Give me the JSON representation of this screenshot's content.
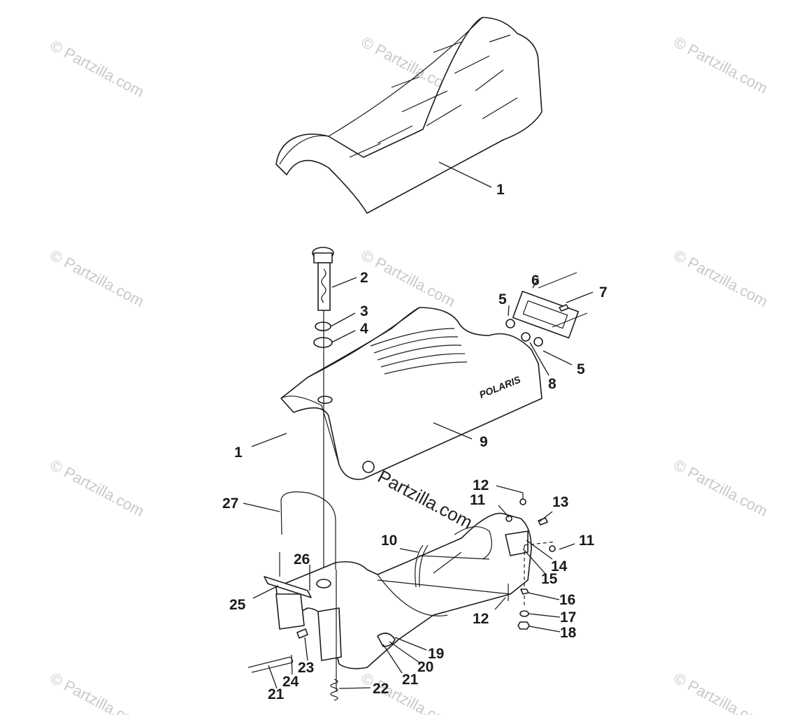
{
  "watermarks": {
    "small": "© Partzilla.com",
    "main": "© Partzilla.com"
  },
  "brand_decal": "POLARIS",
  "callouts": {
    "c1a": "1",
    "c1b": "1",
    "c2": "2",
    "c3": "3",
    "c4": "4",
    "c5a": "5",
    "c5b": "5",
    "c6": "6",
    "c7": "7",
    "c8": "8",
    "c9": "9",
    "c10": "10",
    "c11a": "11",
    "c11b": "11",
    "c12a": "12",
    "c12b": "12",
    "c13": "13",
    "c14": "14",
    "c15": "15",
    "c16": "16",
    "c17": "17",
    "c18": "18",
    "c19": "19",
    "c20": "20",
    "c21a": "21",
    "c21b": "21",
    "c22": "22",
    "c23": "23",
    "c24": "24",
    "c25": "25",
    "c26": "26",
    "c27": "27"
  }
}
